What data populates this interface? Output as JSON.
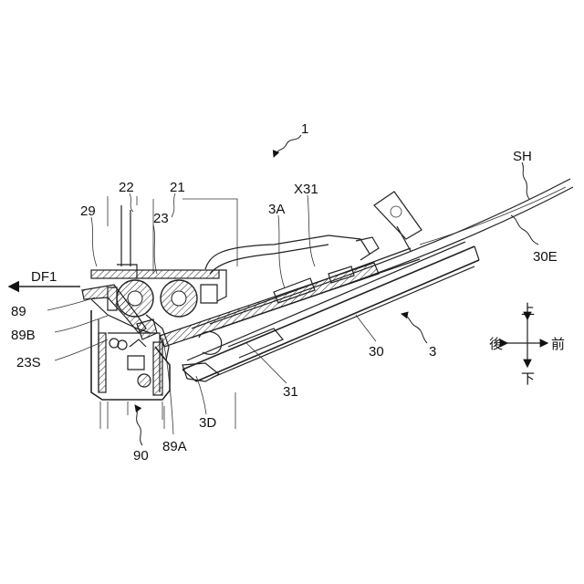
{
  "labels": {
    "ref_1": "1",
    "ref_22": "22",
    "ref_21": "21",
    "ref_x31": "X31",
    "ref_sh": "SH",
    "ref_29": "29",
    "ref_23": "23",
    "ref_3a": "3A",
    "ref_30e": "30E",
    "ref_df1": "DF1",
    "ref_89": "89",
    "ref_89b": "89B",
    "ref_23s": "23S",
    "ref_30": "30",
    "ref_3": "3",
    "ref_31": "31",
    "ref_3d": "3D",
    "ref_89a": "89A",
    "ref_90": "90"
  },
  "direction_legend": {
    "up": "上",
    "down": "下",
    "back": "後",
    "front": "前"
  }
}
